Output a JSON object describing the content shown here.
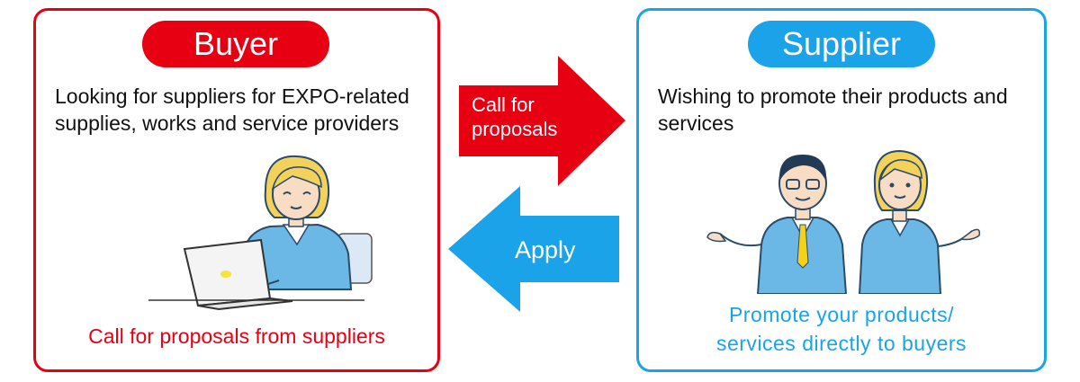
{
  "buyer": {
    "title": "Buyer",
    "description": "Looking for suppliers for EXPO-related supplies, works and service providers",
    "footer": "Call for proposals from suppliers",
    "color": "#e60012"
  },
  "supplier": {
    "title": "Supplier",
    "description": "Wishing to promote their products and services",
    "footer_line1": "Promote your products/",
    "footer_line2": "services directly to buyers",
    "color": "#1aa3e8"
  },
  "arrows": {
    "call_line1": "Call for",
    "call_line2": "proposals",
    "apply": "Apply"
  }
}
